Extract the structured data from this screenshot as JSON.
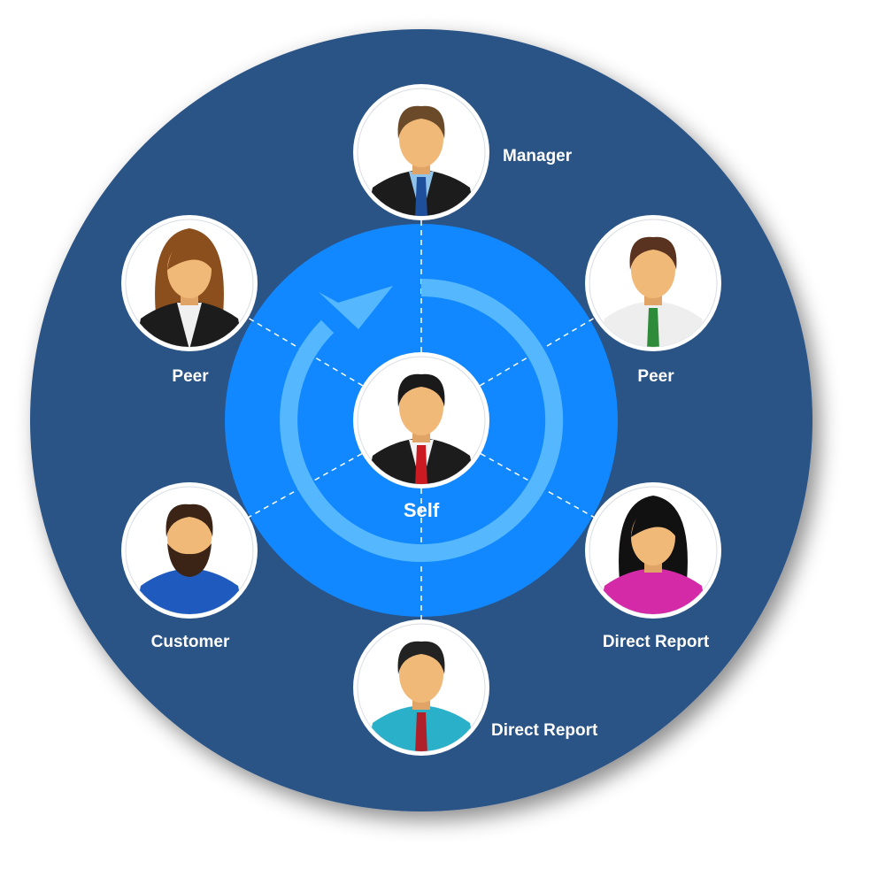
{
  "colors": {
    "outer_circle": "#2a5286",
    "inner_circle": "#1188ff",
    "cycle_arrow": "#55b8ff",
    "avatar_bg": "#ffffff"
  },
  "center": {
    "label": "Self",
    "icon": "businessman-red-tie-icon"
  },
  "nodes": [
    {
      "id": "manager",
      "label": "Manager",
      "icon": "manager-blue-tie-icon"
    },
    {
      "id": "peer-left",
      "label": "Peer",
      "icon": "woman-brown-hair-icon"
    },
    {
      "id": "peer-right",
      "label": "Peer",
      "icon": "man-green-tie-icon"
    },
    {
      "id": "customer",
      "label": "Customer",
      "icon": "bearded-man-icon"
    },
    {
      "id": "direct-report-right",
      "label": "Direct Report",
      "icon": "woman-pink-top-icon"
    },
    {
      "id": "direct-report-bottom",
      "label": "Direct Report",
      "icon": "man-teal-shirt-icon"
    }
  ]
}
